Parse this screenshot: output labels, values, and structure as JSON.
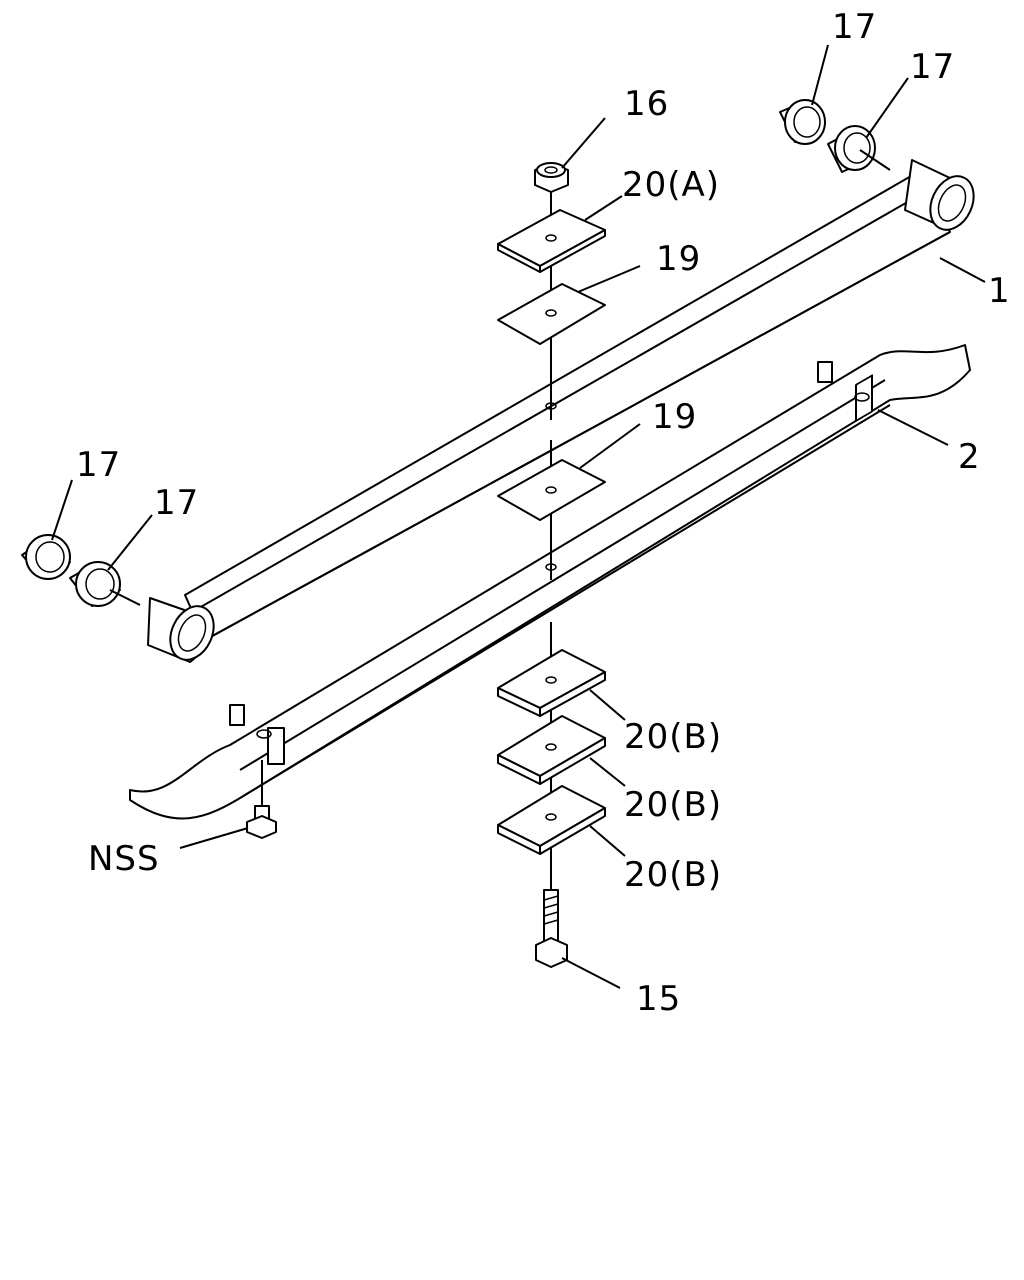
{
  "diagram": {
    "callouts": [
      {
        "id": "c1",
        "text": "1"
      },
      {
        "id": "c2",
        "text": "2"
      },
      {
        "id": "c15",
        "text": "15"
      },
      {
        "id": "c16",
        "text": "16"
      },
      {
        "id": "c17a",
        "text": "17"
      },
      {
        "id": "c17b",
        "text": "17"
      },
      {
        "id": "c17c",
        "text": "17"
      },
      {
        "id": "c17d",
        "text": "17"
      },
      {
        "id": "c19a",
        "text": "19"
      },
      {
        "id": "c19b",
        "text": "19"
      },
      {
        "id": "c20a",
        "text": "20(A)"
      },
      {
        "id": "c20b1",
        "text": "20(B)"
      },
      {
        "id": "c20b2",
        "text": "20(B)"
      },
      {
        "id": "c20b3",
        "text": "20(B)"
      },
      {
        "id": "cnss",
        "text": "NSS"
      }
    ]
  }
}
